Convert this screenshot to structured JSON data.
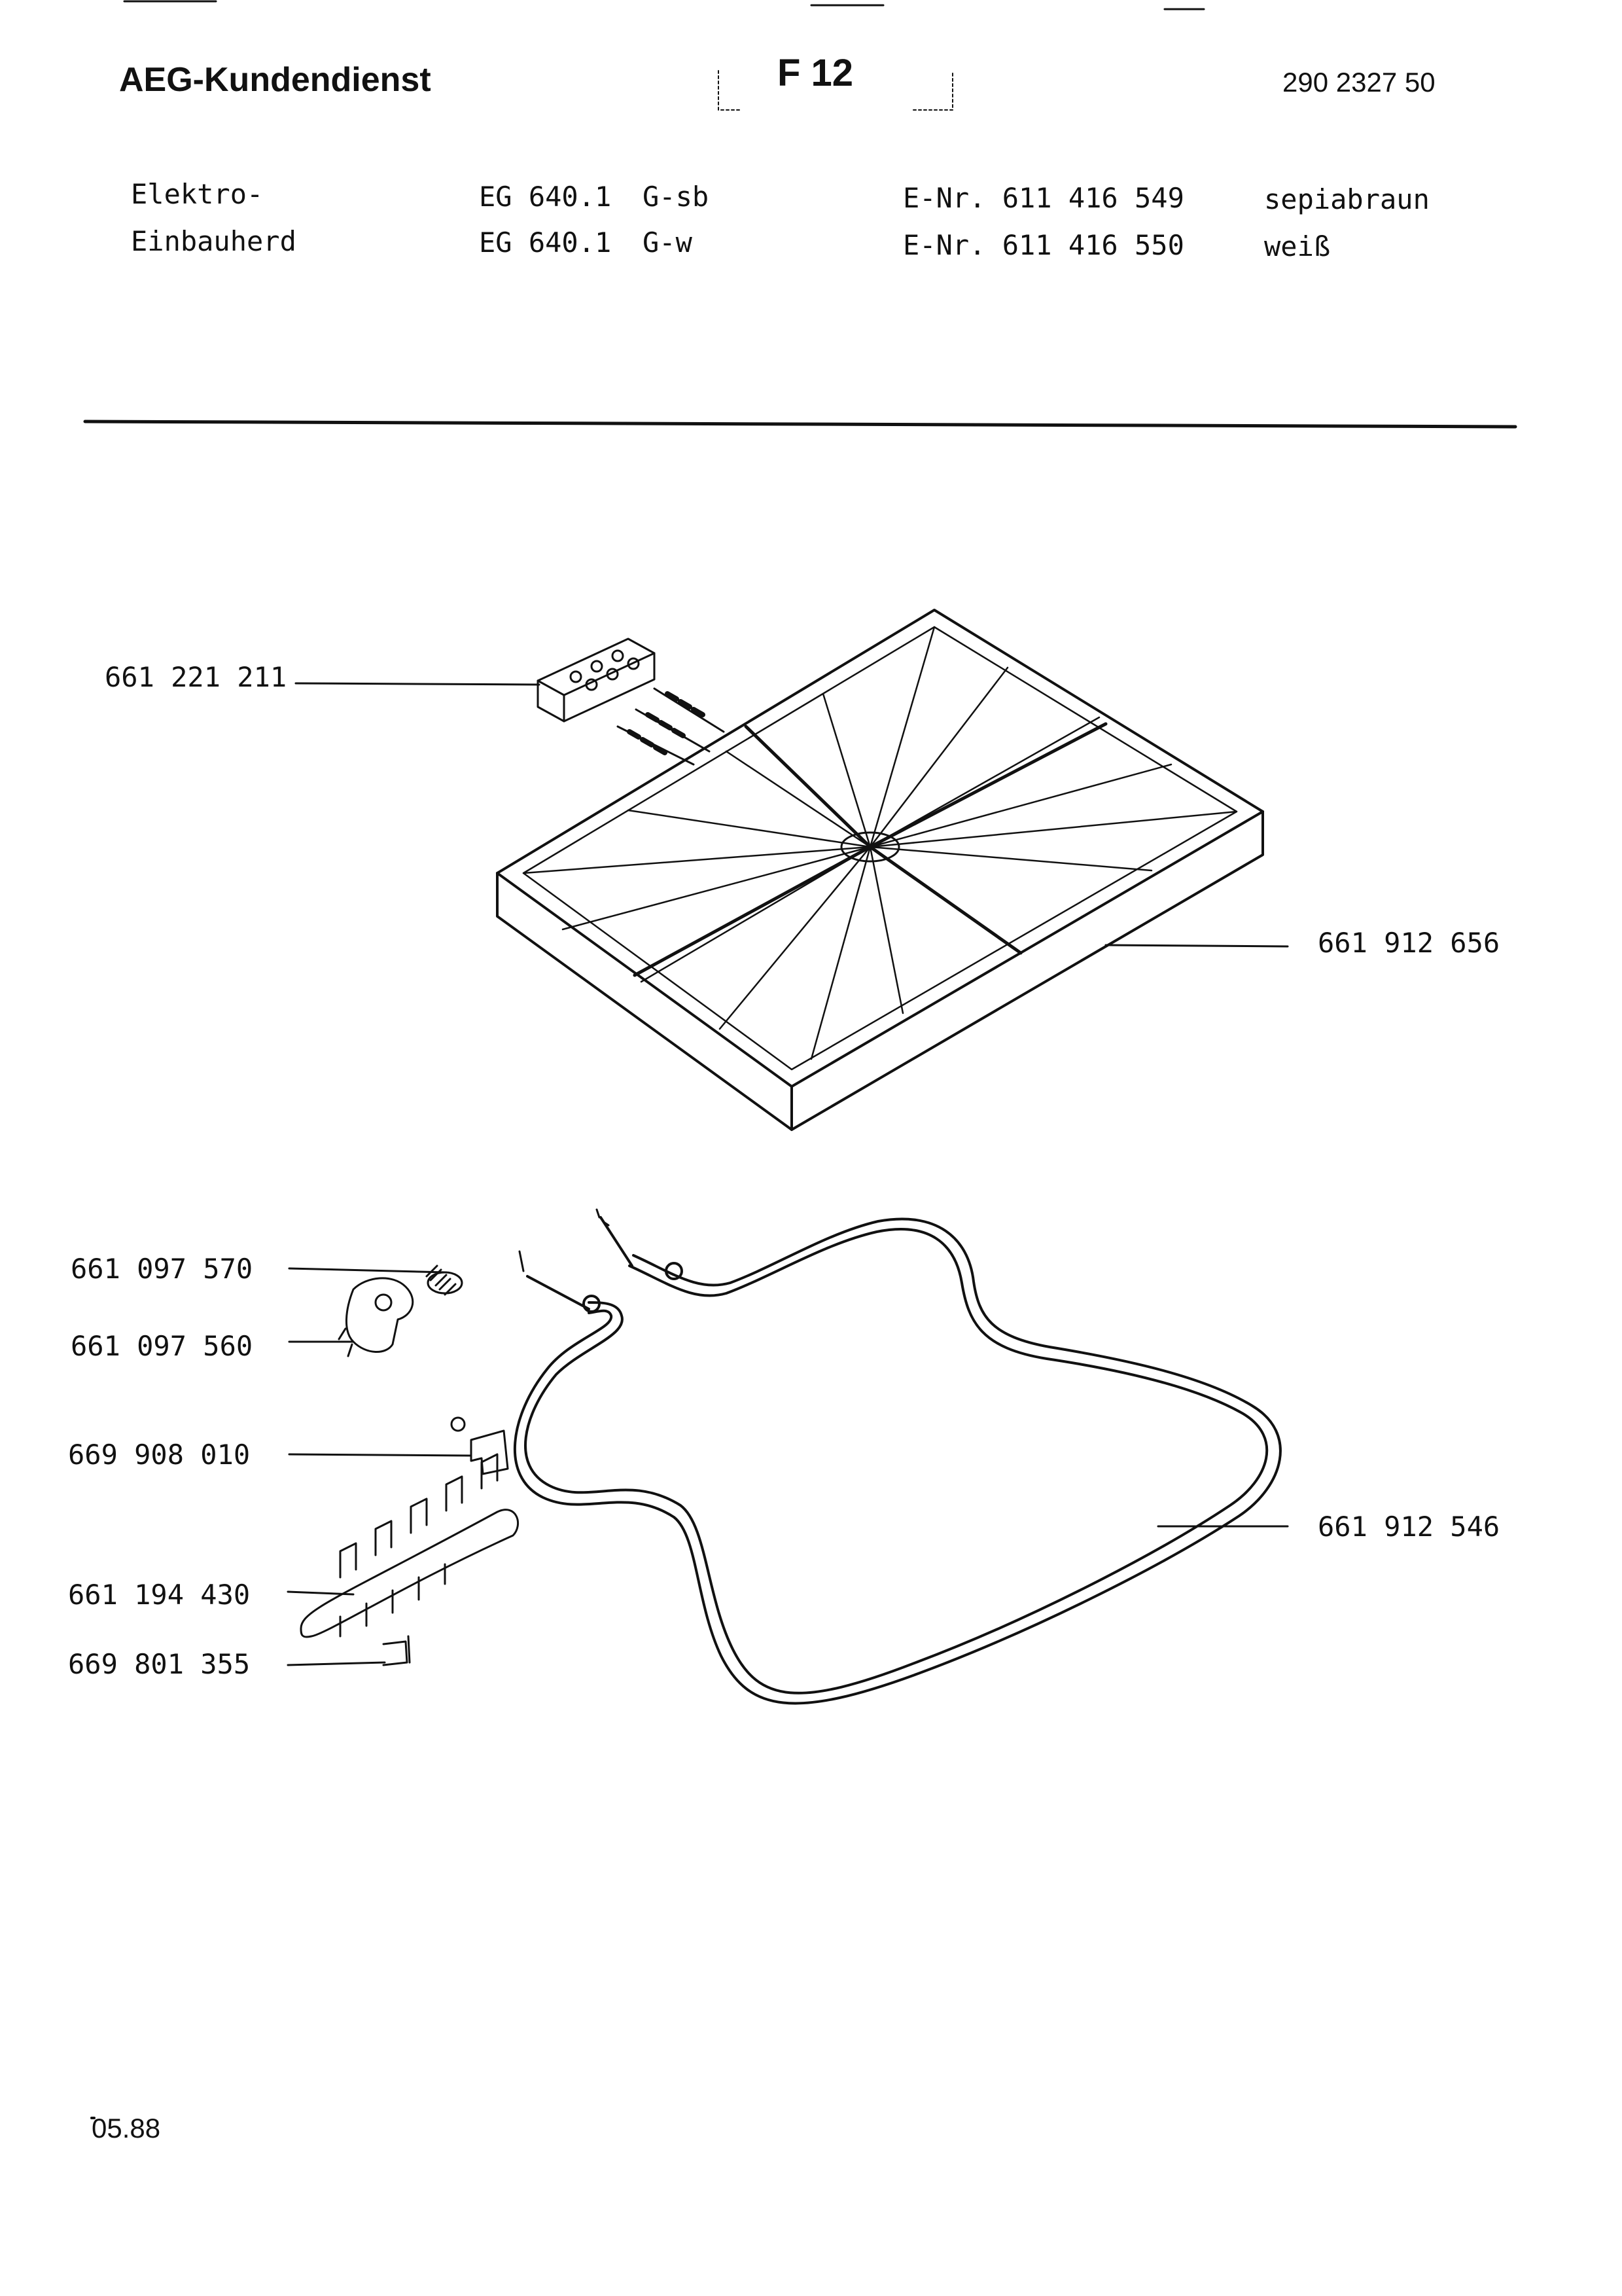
{
  "header": {
    "brand": "AEG-Kundendienst",
    "sheet": "F 12",
    "doc_number": "290 2327 50"
  },
  "appliance": {
    "type_line1": "Elektro-",
    "type_line2": "Einbauherd",
    "variants": [
      {
        "model": "EG 640.1",
        "version": "G-sb",
        "enr": "E-Nr. 611 416 549",
        "color": "sepiabraun"
      },
      {
        "model": "EG 640.1",
        "version": "G-w",
        "enr": "E-Nr. 611 416 550",
        "color": "weiß"
      }
    ]
  },
  "parts": {
    "terminal_block": "661 221 211",
    "bottom_heater": "661 912 656",
    "part_570": "661 097 570",
    "part_560": "661 097 560",
    "part_010": "669 908 010",
    "part_430": "661 194 430",
    "part_355": "669 801 355",
    "tubular_heater": "661 912 546"
  },
  "footer": {
    "date": "05.88"
  }
}
